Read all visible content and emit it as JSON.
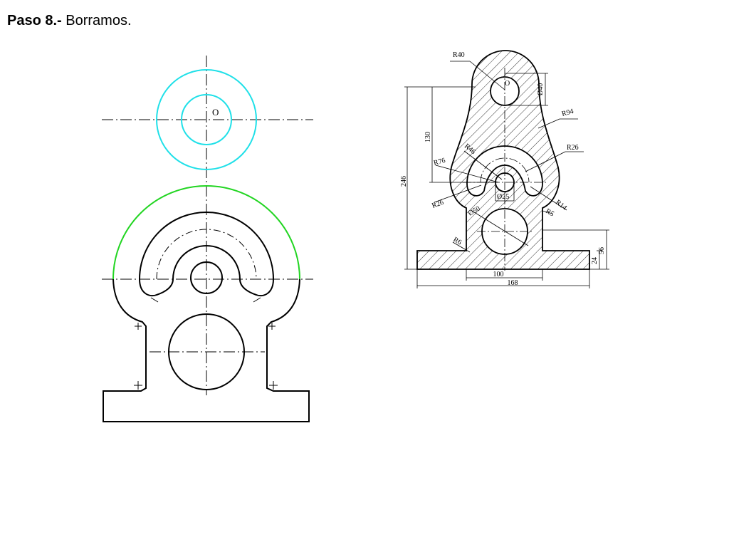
{
  "slide": {
    "step_label": "Paso 8.-",
    "step_text": "Borramos."
  },
  "left_drawing": {
    "center_label": "O"
  },
  "right_drawing": {
    "center_label": "O",
    "dimensions": {
      "r40": "R40",
      "d40": "Ø40",
      "r94": "R94",
      "h130": "130",
      "h246": "246",
      "r46": "R46",
      "r26_top": "R26",
      "r76": "R76",
      "d25": "Ø25",
      "r26_left": "R26",
      "r14": "R14",
      "r5": "R5",
      "d50": "Ø50",
      "r6": "R6",
      "v56": "56",
      "v24": "24",
      "w100": "100",
      "w168": "168"
    }
  },
  "colors": {
    "ink": "#000000",
    "construction_circle": "#20e0e8",
    "construction_arc": "#22d522",
    "hatch": "#000000"
  }
}
